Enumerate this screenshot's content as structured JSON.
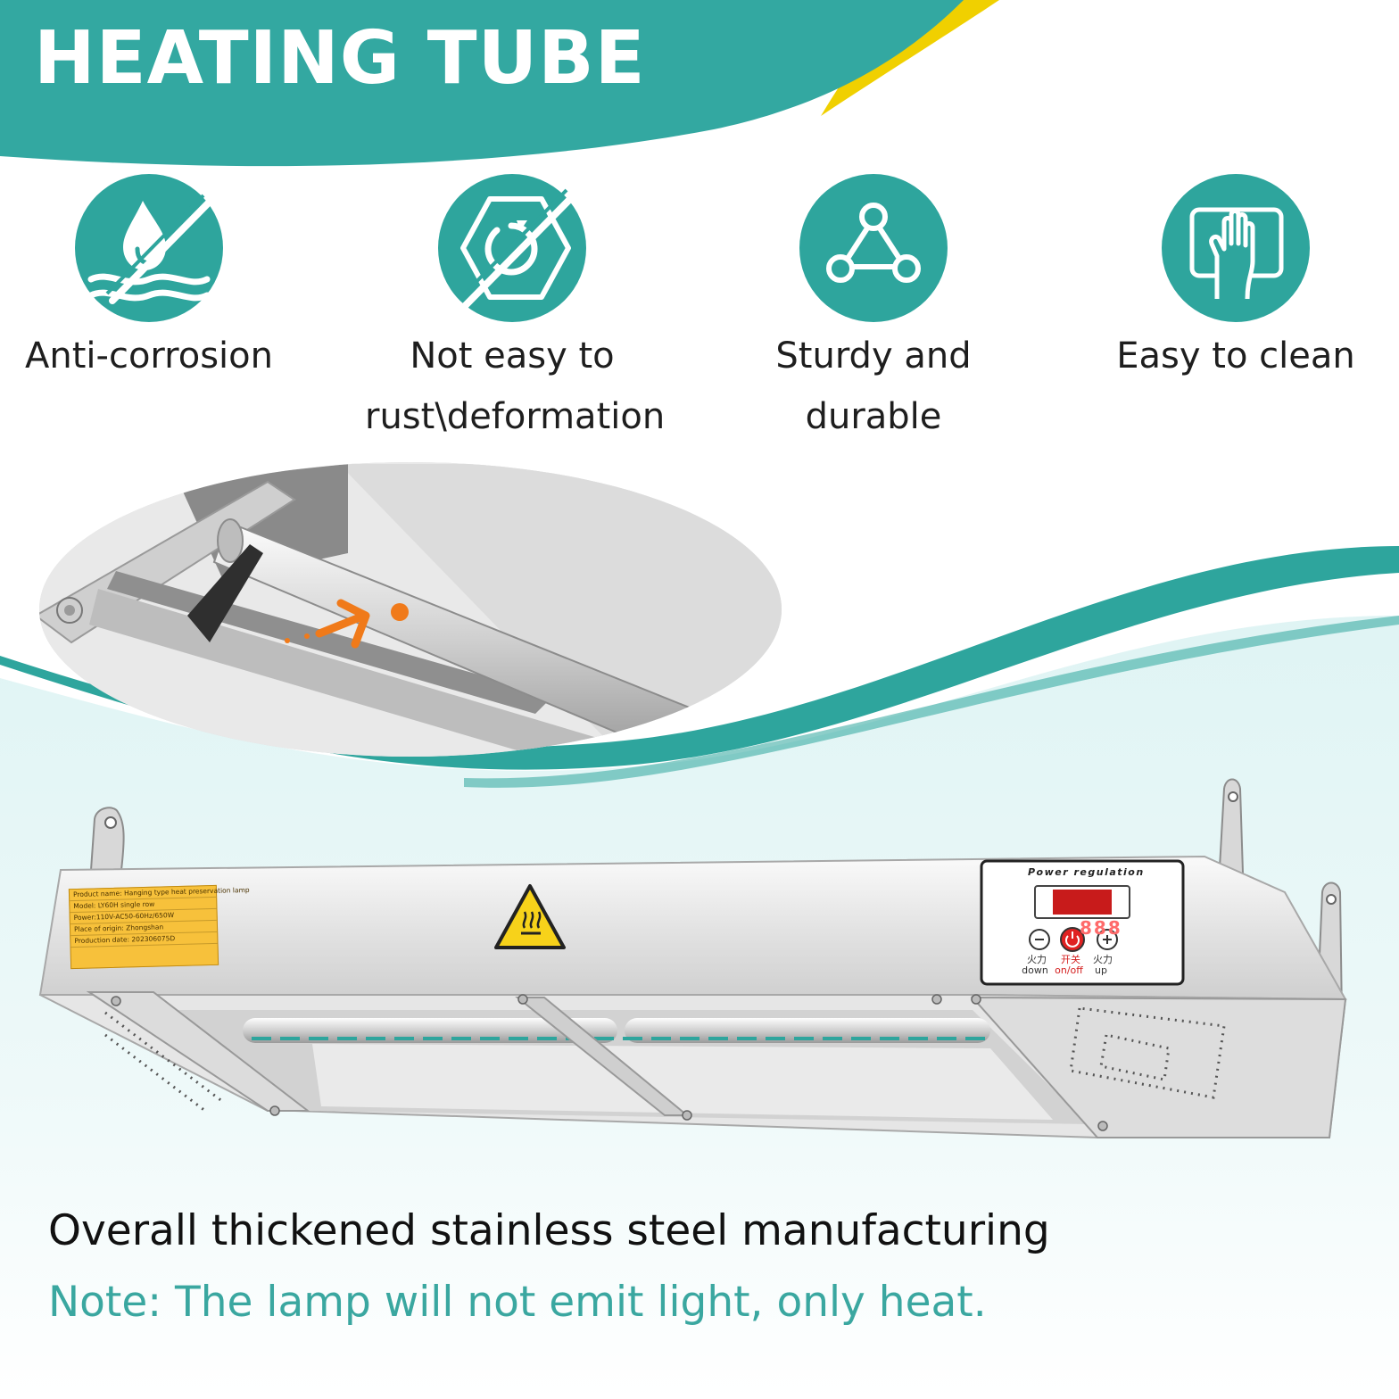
{
  "header": {
    "title": "HEATING TUBE"
  },
  "features": [
    {
      "icon": "anti-corrosion-icon",
      "line1": "Anti-corrosion",
      "line2": ""
    },
    {
      "icon": "no-rust-icon",
      "line1": "Not easy to",
      "line2": "rust\\deformation"
    },
    {
      "icon": "triangle-nodes-icon",
      "line1": "Sturdy and",
      "line2": "durable"
    },
    {
      "icon": "hand-clean-icon",
      "line1": "Easy to clean",
      "line2": ""
    }
  ],
  "product_label": {
    "line1": "Product name: Hanging type heat preservation lamp",
    "line2": "Model: LY60H single row",
    "line3": "Power:110V-AC50-60Hz/650W",
    "line4": "Place of origin: Zhongshan",
    "line5": "Production date: 202306075D"
  },
  "control_panel": {
    "title": "Power regulation",
    "display": "888",
    "down_cn": "火力",
    "down_en": "down",
    "onoff_cn": "开关",
    "onoff_en": "on/off",
    "up_cn": "火力",
    "up_en": "up"
  },
  "bottom": {
    "main": "Overall thickened stainless steel manufacturing",
    "note": "Note: The lamp will not emit light, only heat."
  },
  "colors": {
    "teal": "#2ea59d",
    "accent_orange": "#f07a1a",
    "yellow": "#f0d000"
  }
}
